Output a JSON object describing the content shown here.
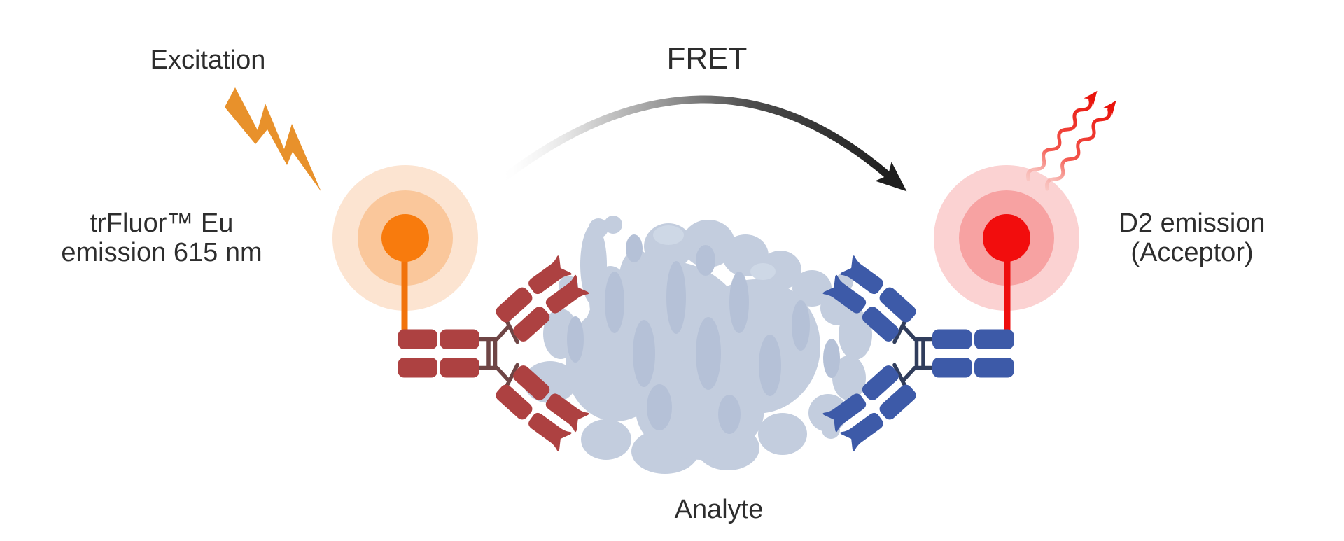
{
  "labels": {
    "excitation": "Excitation",
    "fret": "FRET",
    "donor_line1": "trFluor™ Eu",
    "donor_line2": "emission 615 nm",
    "acceptor_line1": "D2 emission",
    "acceptor_line2": "(Acceptor)",
    "analyte": "Analyte"
  },
  "icons": {
    "lightning_bolt": "excitation-lightning-bolt-icon",
    "fret_arrow": "fret-energy-transfer-arrow",
    "emission_waves": "acceptor-emission-wavy-arrows",
    "donor_glow": "donor-fluorophore-glow",
    "acceptor_glow": "acceptor-fluorophore-glow",
    "donor_antibody": "donor-antibody",
    "acceptor_antibody": "acceptor-antibody",
    "analyte_blob": "analyte-protein-blob"
  },
  "colors": {
    "background": "#FFFFFF",
    "text": "#2D2D2D",
    "bolt_orange": "#E8912B",
    "donor_dot": "#F87B0D",
    "donor_stem": "#F1730B",
    "donor_glow_mid": "#FAC79B",
    "donor_glow_outer": "#FCE4D1",
    "acceptor_dot": "#F20D0D",
    "acceptor_stem": "#EE0D0D",
    "acceptor_glow_mid": "#F7A2A2",
    "acceptor_glow_outer": "#FBD2D2",
    "donor_antibody": "#AD4141",
    "donor_antibody_hinge": "#6E4545",
    "acceptor_antibody": "#3D5AA8",
    "acceptor_antibody_hinge": "#303D5C",
    "analyte_fill": "#C3CDDE",
    "analyte_shadow": "#B5C1D7",
    "analyte_highlight": "#CED8E6",
    "fret_arrow_black": "#1F1F1F",
    "emission_wave_red": "#E9130B"
  }
}
